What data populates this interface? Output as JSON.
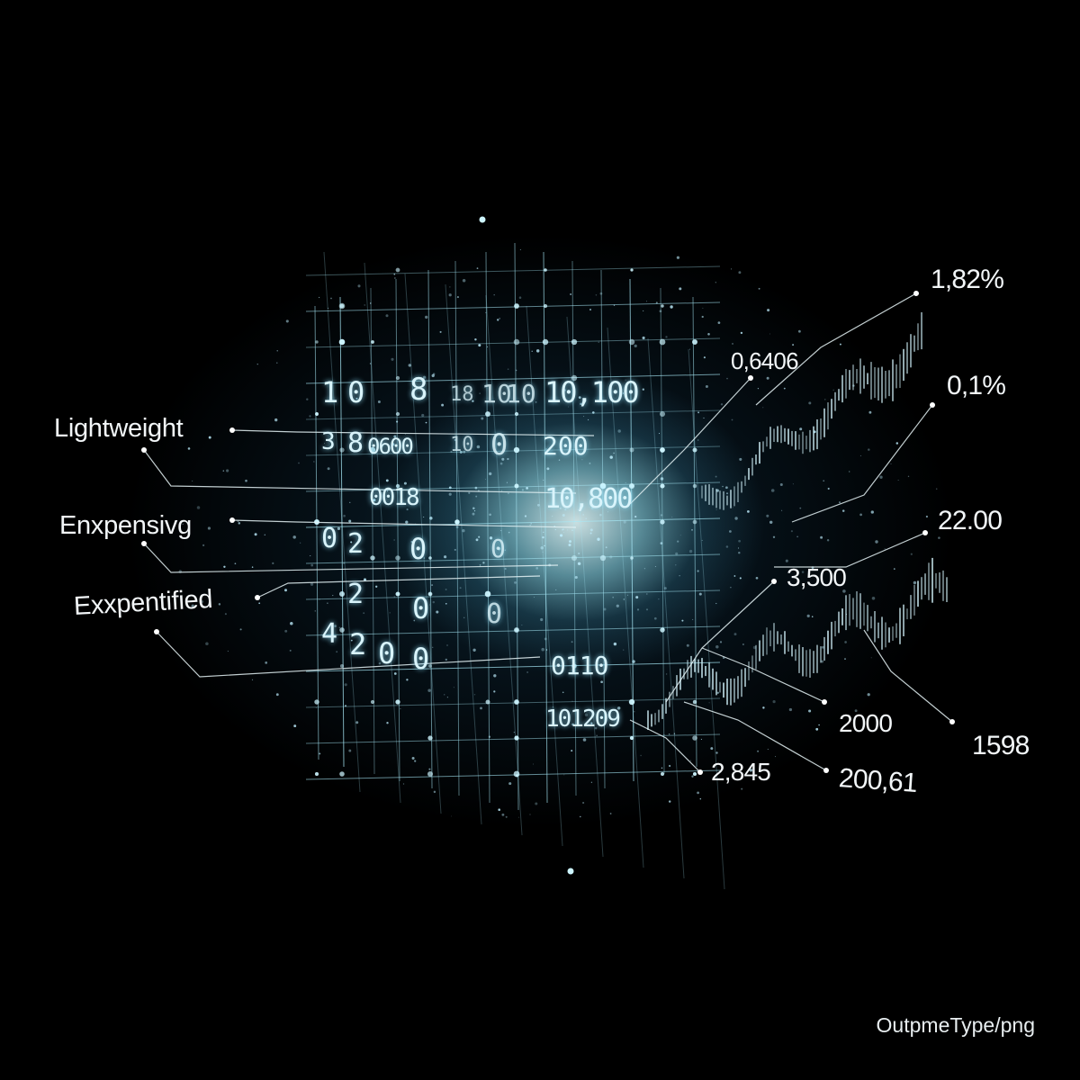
{
  "left_labels": {
    "lightweight": "Lightweight",
    "enxpensivg": "Enxpensivg",
    "exxpentified": "Exxpentified"
  },
  "right_values": {
    "v1": "1,82%",
    "v2": "0,6406",
    "v3": "0,1%",
    "v4": "22.00",
    "v5": "3,500",
    "v6": "2000",
    "v7": "1598",
    "v8": "2,845",
    "v9": "200,61"
  },
  "grid_digits": [
    {
      "id": "d1",
      "text": "1"
    },
    {
      "id": "d2",
      "text": "0"
    },
    {
      "id": "d3",
      "text": "8"
    },
    {
      "id": "d4",
      "text": "18"
    },
    {
      "id": "d5",
      "text": "10"
    },
    {
      "id": "d6",
      "text": "10"
    },
    {
      "id": "d7",
      "text": "10,100"
    },
    {
      "id": "d8",
      "text": "3"
    },
    {
      "id": "d9",
      "text": "8"
    },
    {
      "id": "d10",
      "text": "0600"
    },
    {
      "id": "d11",
      "text": "10"
    },
    {
      "id": "d12",
      "text": "0"
    },
    {
      "id": "d13",
      "text": "200"
    },
    {
      "id": "d14",
      "text": "0018"
    },
    {
      "id": "d15",
      "text": "10,800"
    },
    {
      "id": "d16",
      "text": "0"
    },
    {
      "id": "d17",
      "text": "2"
    },
    {
      "id": "d18",
      "text": "0"
    },
    {
      "id": "d19",
      "text": "0"
    },
    {
      "id": "d20",
      "text": "2"
    },
    {
      "id": "d21",
      "text": "0"
    },
    {
      "id": "d22",
      "text": "4"
    },
    {
      "id": "d23",
      "text": "2"
    },
    {
      "id": "d24",
      "text": "0"
    },
    {
      "id": "d25",
      "text": "0"
    },
    {
      "id": "d26",
      "text": "0"
    },
    {
      "id": "d27",
      "text": "0110"
    },
    {
      "id": "d28",
      "text": "101209"
    }
  ],
  "footer_text": "OutpmeType/png",
  "colors": {
    "background": "#000000",
    "grid_line": "#9fe6f5",
    "glow_core": "#eaffff",
    "label_text": "#f2f6f8"
  }
}
